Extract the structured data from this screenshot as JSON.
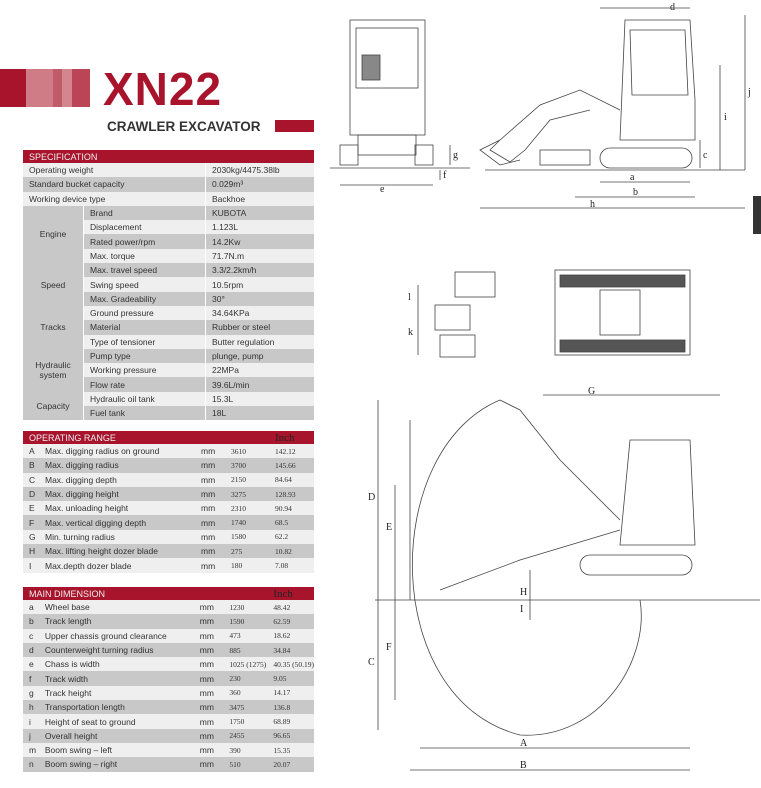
{
  "header": {
    "model": "XN22",
    "subtitle": "CRAWLER EXCAVATOR"
  },
  "specification": {
    "title": "SPECIFICATION",
    "top_rows": [
      {
        "label": "Operating weight",
        "value": "2030kg/4475.38lb"
      },
      {
        "label": "Standard bucket capacity",
        "value": "0.029m³"
      },
      {
        "label": "Working device type",
        "value": "Backhoe"
      }
    ],
    "groups": [
      {
        "name": "Engine",
        "rows": [
          {
            "label": "Brand",
            "value": "KUBOTA"
          },
          {
            "label": "Displacement",
            "value": "1.123L"
          },
          {
            "label": "Rated power/rpm",
            "value": "14.2Kw"
          },
          {
            "label": "Max. torque",
            "value": "71.7N.m"
          }
        ]
      },
      {
        "name": "Speed",
        "rows": [
          {
            "label": "Max. travel speed",
            "value": "3.3/2.2km/h"
          },
          {
            "label": "Swing speed",
            "value": "10.5rpm"
          },
          {
            "label": "Max. Gradeability",
            "value": "30°"
          }
        ]
      },
      {
        "name": "Tracks",
        "rows": [
          {
            "label": "Ground pressure",
            "value": "34.64KPa"
          },
          {
            "label": "Material",
            "value": "Rubber or steel"
          },
          {
            "label": "Type of tensioner",
            "value": "Butter regulation"
          }
        ]
      },
      {
        "name": "Hydraulic system",
        "rows": [
          {
            "label": "Pump type",
            "value": "plunge, pump"
          },
          {
            "label": "Working pressure",
            "value": "22MPa"
          },
          {
            "label": "Flow rate",
            "value": "39.6L/min"
          }
        ]
      },
      {
        "name": "Capacity",
        "rows": [
          {
            "label": "Hydraulic oil tank",
            "value": "15.3L"
          },
          {
            "label": "Fuel tank",
            "value": "18L"
          }
        ]
      }
    ]
  },
  "operating_range": {
    "title": "OPERATING RANGE",
    "unit_header": "Inch",
    "rows": [
      {
        "key": "A",
        "label": "Max. digging radius on ground",
        "unit": "mm",
        "mm": "3610",
        "inch": "142.12"
      },
      {
        "key": "B",
        "label": "Max. digging radius",
        "unit": "mm",
        "mm": "3700",
        "inch": "145.66"
      },
      {
        "key": "C",
        "label": "Max. digging depth",
        "unit": "mm",
        "mm": "2150",
        "inch": "84.64"
      },
      {
        "key": "D",
        "label": "Max. digging height",
        "unit": "mm",
        "mm": "3275",
        "inch": "128.93"
      },
      {
        "key": "E",
        "label": "Max. unloading height",
        "unit": "mm",
        "mm": "2310",
        "inch": "90.94"
      },
      {
        "key": "F",
        "label": "Max. vertical digging depth",
        "unit": "mm",
        "mm": "1740",
        "inch": "68.5"
      },
      {
        "key": "G",
        "label": "Min. turning radius",
        "unit": "mm",
        "mm": "1580",
        "inch": "62.2"
      },
      {
        "key": "H",
        "label": "Max. lifting height dozer blade",
        "unit": "mm",
        "mm": "275",
        "inch": "10.82"
      },
      {
        "key": "I",
        "label": "Max.depth dozer blade",
        "unit": "mm",
        "mm": "180",
        "inch": "7.08"
      }
    ]
  },
  "main_dimension": {
    "title": "MAIN DIMENSION",
    "unit_header": "Inch",
    "rows": [
      {
        "key": "a",
        "label": "Wheel base",
        "unit": "mm",
        "mm": "1230",
        "inch": "48.42"
      },
      {
        "key": "b",
        "label": "Track length",
        "unit": "mm",
        "mm": "1590",
        "inch": "62.59"
      },
      {
        "key": "c",
        "label": "Upper chassis ground clearance",
        "unit": "mm",
        "mm": "473",
        "inch": "18.62"
      },
      {
        "key": "d",
        "label": "Counterweight turning radius",
        "unit": "mm",
        "mm": "885",
        "inch": "34.84"
      },
      {
        "key": "e",
        "label": "Chass is width",
        "unit": "mm",
        "mm": "1025 (1275)",
        "inch": "40.35 (50.19)"
      },
      {
        "key": "f",
        "label": "Track width",
        "unit": "mm",
        "mm": "230",
        "inch": "9.05"
      },
      {
        "key": "g",
        "label": "Track height",
        "unit": "mm",
        "mm": "360",
        "inch": "14.17"
      },
      {
        "key": "h",
        "label": "Transportation length",
        "unit": "mm",
        "mm": "3475",
        "inch": "136.8"
      },
      {
        "key": "i",
        "label": "Height of seat to ground",
        "unit": "mm",
        "mm": "1750",
        "inch": "68.89"
      },
      {
        "key": "j",
        "label": "Overall height",
        "unit": "mm",
        "mm": "2455",
        "inch": "96.65"
      },
      {
        "key": "m",
        "label": "Boom swing – left",
        "unit": "mm",
        "mm": "390",
        "inch": "15.35"
      },
      {
        "key": "n",
        "label": "Boom swing – right",
        "unit": "mm",
        "mm": "510",
        "inch": "20.07"
      }
    ]
  },
  "drawing_labels": {
    "d": "d",
    "j": "j",
    "i": "i",
    "c": "c",
    "a": "a",
    "b": "b",
    "h": "h",
    "e": "e",
    "f": "f",
    "g": "g",
    "l": "l",
    "k": "k",
    "G": "G",
    "D": "D",
    "E": "E",
    "C": "C",
    "F": "F",
    "A": "A",
    "B": "B",
    "H": "H",
    "I": "I"
  }
}
